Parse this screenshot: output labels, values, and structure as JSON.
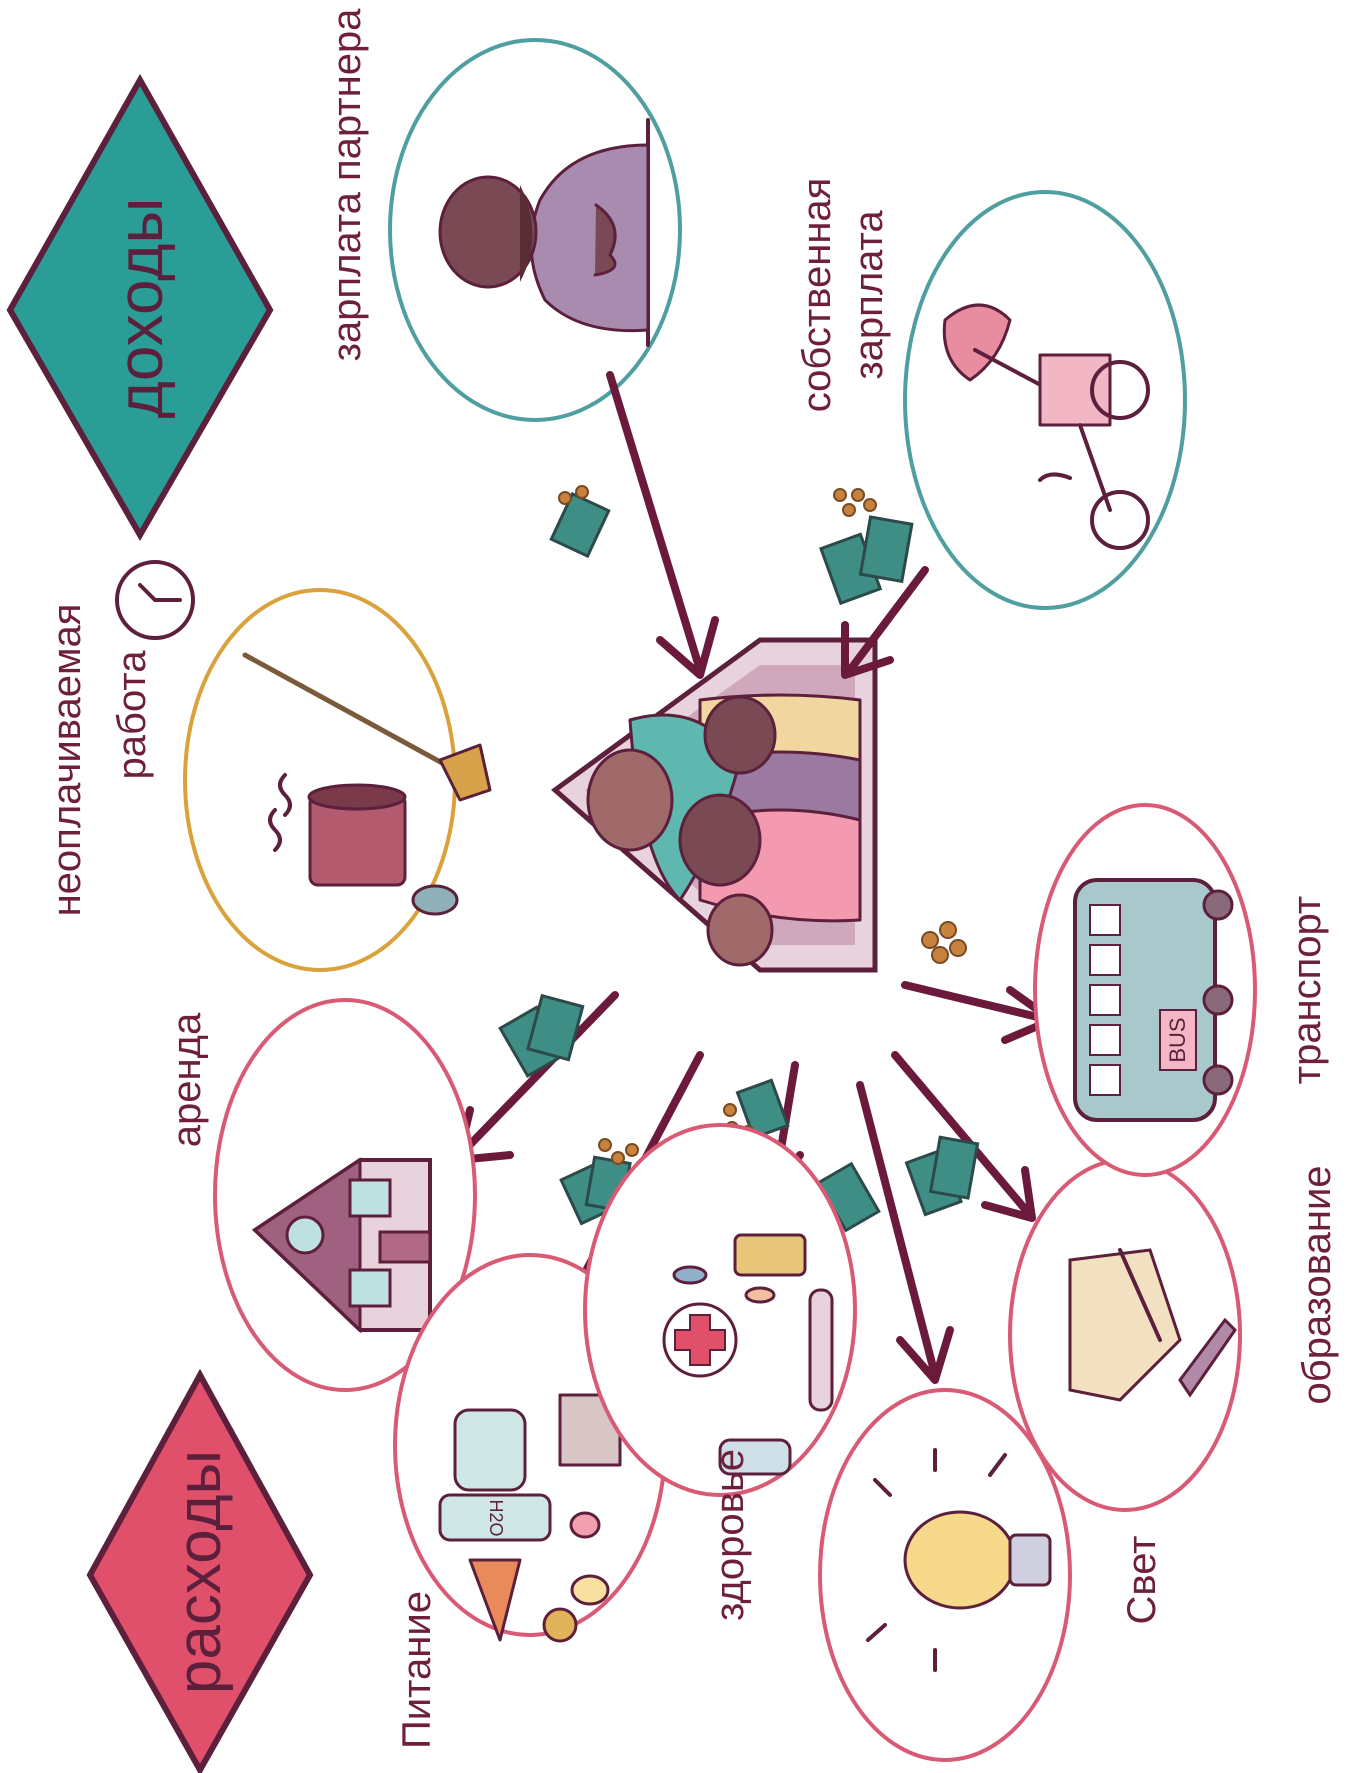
{
  "income": {
    "title": "доходы",
    "partner_salary": "зарплата партнера",
    "own_salary": [
      "собственная",
      "зарплата"
    ]
  },
  "unpaid_work": [
    "неоплачиваемая",
    "работа"
  ],
  "expenses": {
    "title": "расходы",
    "rent": "аренда",
    "food": "Питание",
    "health": "здоровье",
    "light": "Свет",
    "education": "образование",
    "transport": "транспорт"
  },
  "illustration_text": {
    "bus": "BUS",
    "water": "H2O"
  },
  "colors": {
    "income_diamond": "#2a9d96",
    "expense_diamond": "#e0506b",
    "outline": "#5c1f3c",
    "income_circle": "#4f9ea0",
    "unpaid_circle": "#d9a23c",
    "expense_circle": "#d85a74",
    "arrow": "#6b1a3c",
    "money": "#3f8e86",
    "coin": "#c8823e"
  }
}
